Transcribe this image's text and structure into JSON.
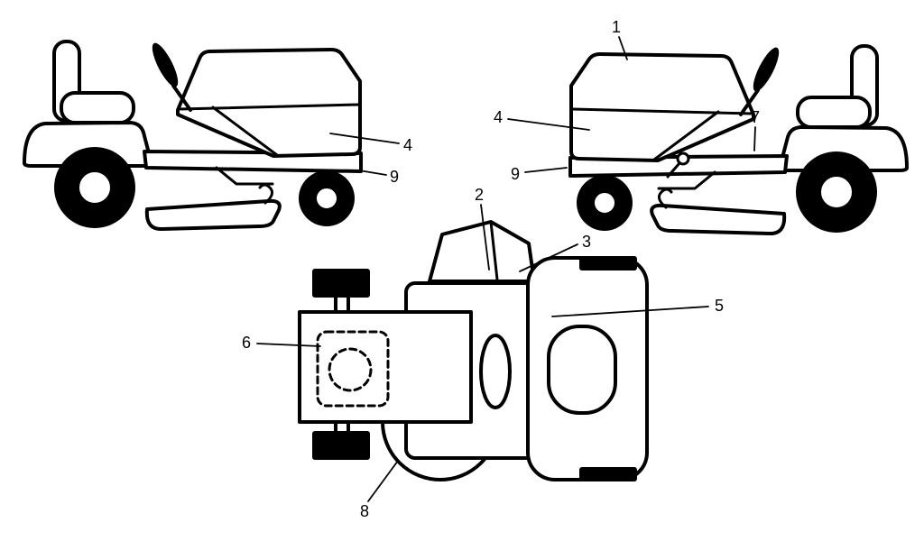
{
  "callouts": {
    "c1": "1",
    "c2": "2",
    "c3": "3",
    "c4": "4",
    "c5": "5",
    "c6": "6",
    "c7": "7",
    "c8": "8",
    "c9": "9"
  },
  "colors": {
    "line": "#000000",
    "fill": "#ffffff",
    "background": "#ffffff"
  }
}
